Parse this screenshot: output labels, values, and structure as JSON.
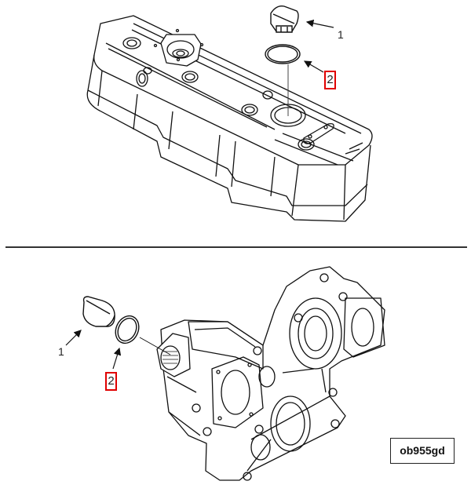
{
  "figure": {
    "id_label": "ob955gd",
    "highlight_color": "#e00000",
    "line_color": "#111111"
  },
  "top_view": {
    "assembly": "valve-cover",
    "callouts": [
      {
        "number": "1",
        "part": "oil-filler-cap",
        "highlighted": false
      },
      {
        "number": "2",
        "part": "o-ring",
        "highlighted": true
      }
    ]
  },
  "bottom_view": {
    "assembly": "timing-gear-case",
    "callouts": [
      {
        "number": "1",
        "part": "oil-filler-cap",
        "highlighted": false
      },
      {
        "number": "2",
        "part": "o-ring",
        "highlighted": true
      }
    ]
  }
}
